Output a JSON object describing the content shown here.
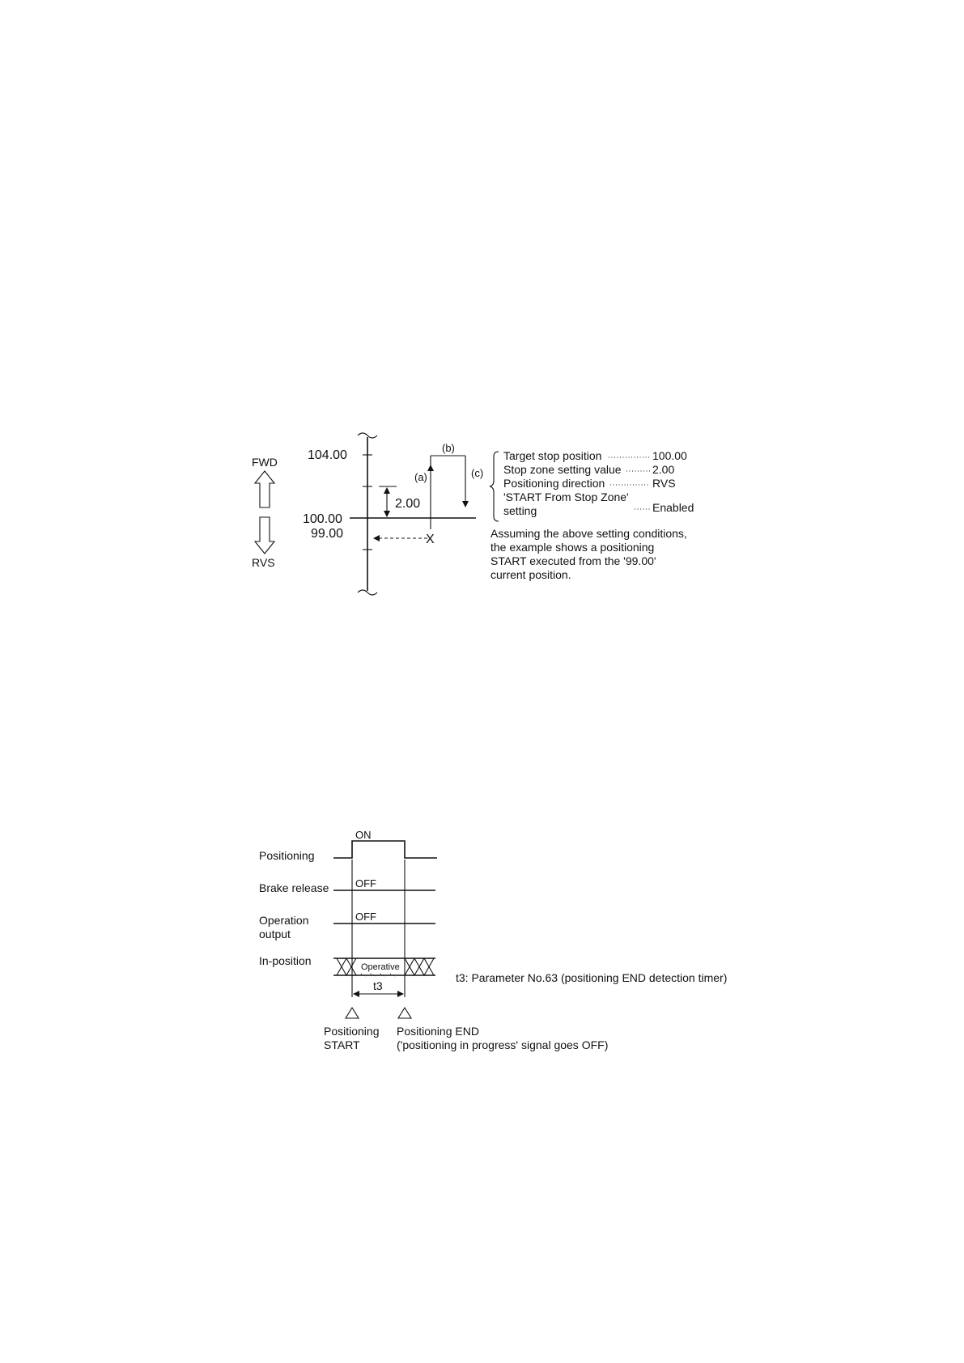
{
  "fig1": {
    "fwd": "FWD",
    "rvs": "RVS",
    "tick_104": "104.00",
    "tick_100": "100.00",
    "tick_99": "99.00",
    "zone": "2.00",
    "label_a": "(a)",
    "label_b": "(b)",
    "label_c": "(c)",
    "label_x": "X",
    "settings": [
      {
        "name": "Target stop position",
        "value": "100.00"
      },
      {
        "name": "Stop zone setting value",
        "value": "2.00"
      },
      {
        "name": "Positioning direction",
        "value": "RVS"
      },
      {
        "name": "'START From Stop Zone'",
        "name2": "setting",
        "value": "Enabled"
      }
    ],
    "note": [
      "Assuming the above setting conditions,",
      "the example shows a positioning",
      "START executed from the '99.00'",
      "current position."
    ]
  },
  "fig2": {
    "signals": {
      "positioning": "Positioning",
      "brake": "Brake release",
      "operation1": "Operation",
      "operation2": "output",
      "inposition": "In-position"
    },
    "states": {
      "on": "ON",
      "off_brake": "OFF",
      "off_op": "OFF",
      "operative": "Operative"
    },
    "t3": "t3",
    "t3_note": "t3:  Parameter No.63 (positioning END detection timer)",
    "start1": "Positioning",
    "start2": "START",
    "end1": "Positioning END",
    "end2": "('positioning in progress' signal goes OFF)"
  }
}
